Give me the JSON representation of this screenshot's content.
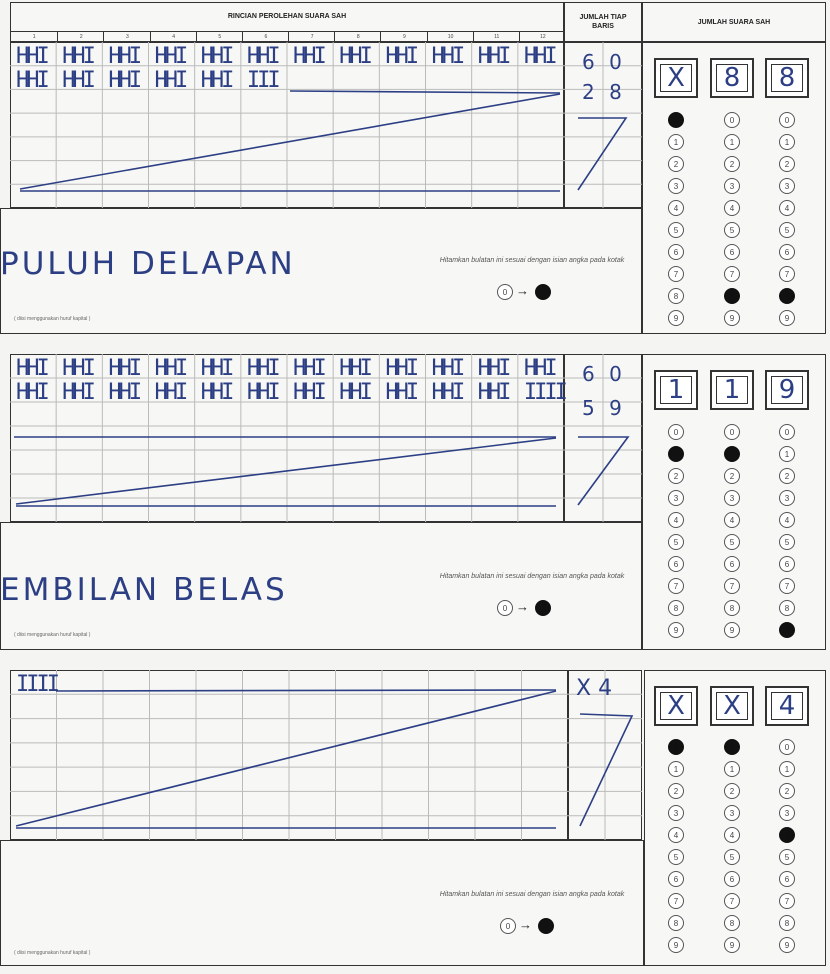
{
  "header": {
    "rincian_title": "RINCIAN PEROLEHAN SUARA SAH",
    "jumlah_tiap_baris": "JUMLAH TIAP BARIS",
    "jumlah_suara_sah": "JUMLAH SUARA SAH",
    "columns": [
      "1",
      "2",
      "3",
      "4",
      "5",
      "6",
      "7",
      "8",
      "9",
      "10",
      "11",
      "12"
    ]
  },
  "sections": [
    {
      "tally_rows": [
        [
          "HHI",
          "HHI",
          "HHI",
          "HHI",
          "HHI",
          "HHI",
          "HHI",
          "HHI",
          "HHI",
          "HHI",
          "HHI",
          "HHI"
        ],
        [
          "HHI",
          "HHI",
          "HHI",
          "HHI",
          "HHI",
          "III",
          "",
          "",
          "",
          "",
          "",
          ""
        ]
      ],
      "row_sums": [
        "6 0",
        "2 8"
      ],
      "digits": [
        "X",
        "8",
        "8"
      ],
      "filled": [
        0,
        8,
        8
      ],
      "written": "PULUH DELAPAN",
      "instruction": "Hitamkan bulatan ini sesuai dengan isian angka pada kotak",
      "note": "( diisi menggunakan huruf kapital )"
    },
    {
      "tally_rows": [
        [
          "HHI",
          "HHI",
          "HHI",
          "HHI",
          "HHI",
          "HHI",
          "HHI",
          "HHI",
          "HHI",
          "HHI",
          "HHI",
          "HHI"
        ],
        [
          "HHI",
          "HHI",
          "HHI",
          "HHI",
          "HHI",
          "HHI",
          "HHI",
          "HHI",
          "HHI",
          "HHI",
          "HHI",
          "IIII"
        ]
      ],
      "row_sums": [
        "6 0",
        "5 9"
      ],
      "digits": [
        "1",
        "1",
        "9"
      ],
      "filled": [
        1,
        1,
        9
      ],
      "written": "EMBILAN BELAS",
      "instruction": "Hitamkan bulatan ini sesuai dengan isian angka pada kotak",
      "note": "( diisi menggunakan huruf kapital )"
    },
    {
      "tally_rows": [
        [
          "IIII"
        ]
      ],
      "row_sums": [
        "X 4"
      ],
      "digits": [
        "X",
        "X",
        "4"
      ],
      "filled": [
        0,
        0,
        4
      ],
      "written": "",
      "instruction": "Hitamkan bulatan ini sesuai dengan isian angka pada kotak",
      "note": "( diisi menggunakan huruf kapital )"
    }
  ],
  "legend": {
    "empty": "0",
    "arrow": "→"
  },
  "bubble_labels": [
    "0",
    "1",
    "2",
    "3",
    "4",
    "5",
    "6",
    "7",
    "8",
    "9"
  ]
}
